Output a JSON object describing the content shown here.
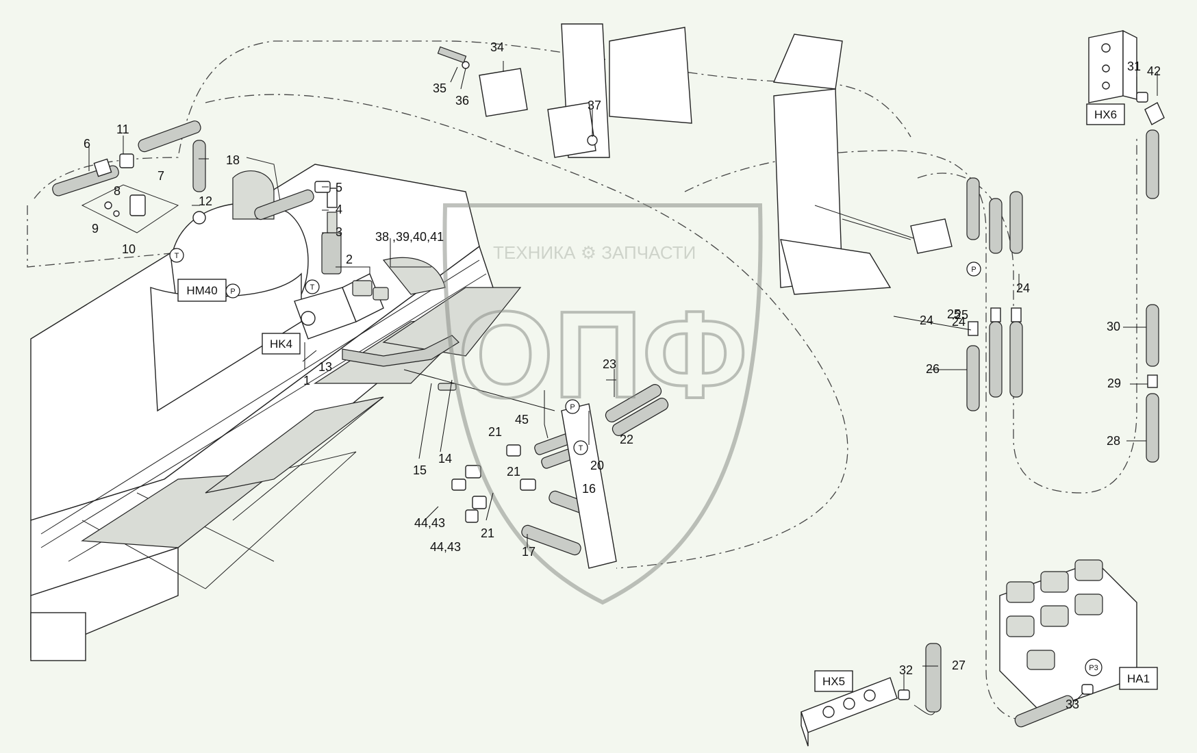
{
  "labels": [
    "1",
    "2",
    "3",
    "4",
    "5",
    "6",
    "7",
    "8",
    "9",
    "10",
    "11",
    "12",
    "13",
    "14",
    "15",
    "16",
    "17",
    "18",
    "20",
    "21",
    "21",
    "21",
    "22",
    "23",
    "24",
    "24",
    "24",
    "25",
    "25",
    "26",
    "27",
    "28",
    "29",
    "30",
    "31",
    "32",
    "33",
    "34",
    "35",
    "36",
    "37",
    "38 ,39,40,41",
    "42",
    "44,43",
    "44,43",
    "45"
  ],
  "boxes": [
    "HM40",
    "HK4",
    "HX6",
    "HX5",
    "HA1"
  ],
  "ports": [
    "T",
    "P",
    "T",
    "P",
    "T",
    "P",
    "P3"
  ],
  "watermark": {
    "text": "ТЕХНИКА ⚙ ЗАПЧАСТИ",
    "letters": "ОПФ"
  }
}
